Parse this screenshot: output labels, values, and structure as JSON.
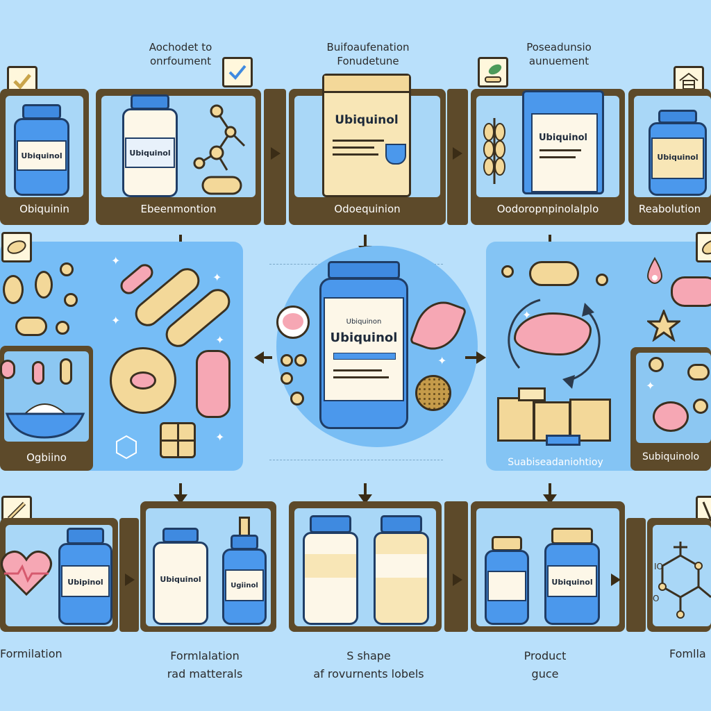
{
  "headers": {
    "h1": [
      "Aochodet to",
      "onrfoument"
    ],
    "h2": [
      "Buifoaufenation",
      "Fonudetune"
    ],
    "h3": [
      "Poseadunsio",
      "aunuement"
    ]
  },
  "top_row": {
    "labels": [
      "Obiquinin",
      "Ebeenmontion",
      "Odoequinion",
      "Oodoropnpinolalplo",
      "Reabolution"
    ],
    "bottle_labels": [
      "Ubiquinol",
      "Ubiquinol",
      "Ubiquinol",
      "Ubiquinol",
      "Ubiquinol"
    ]
  },
  "middle": {
    "center_bottle_top": "Ubiquinon",
    "center_bottle_label": "Ubiquinol",
    "left_panel_label": "Ogbiino",
    "right_panel_label": "Suabiseadaniohtioy",
    "far_right_label": "Subiquinolo"
  },
  "bottom_row": {
    "bottle_labels": [
      "Ubipinol",
      "Ubiquinol",
      "Ugiinol",
      "Ubiquinol"
    ],
    "labels": [
      [
        "Formilation"
      ],
      [
        "Formlalation",
        "rad matterals"
      ],
      [
        "S shape",
        "af rovurnents lobels"
      ],
      [
        "Product",
        "guce"
      ],
      [
        "Fomlla"
      ]
    ]
  },
  "icons": {
    "check": "checkmark-icon",
    "leaf": "leaf-icon",
    "house": "house-icon",
    "pencil": "pencil-icon",
    "heart": "heart-icon",
    "molecule": "molecule-icon",
    "wheat": "wheat-icon",
    "star": "star-icon"
  },
  "colors": {
    "background": "#b9e0fb",
    "panel": "#5d4a2a",
    "bottle_blue": "#4b98ec",
    "pill_yellow": "#f3d899",
    "pill_pink": "#f6a7b4"
  }
}
